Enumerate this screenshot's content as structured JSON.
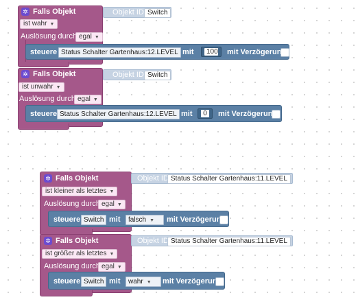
{
  "blocks": [
    {
      "title": "Falls Objekt",
      "condition": "ist wahr",
      "trigger_label": "Auslösung durch",
      "trigger_value": "egal",
      "object_id_label": "Objekt ID",
      "object_id": "Switch",
      "action": {
        "label": "steuere",
        "target": "Status Schalter Gartenhaus:12.LEVEL",
        "with_label": "mit",
        "value": "100",
        "delay_label": "mit Verzögerung"
      }
    },
    {
      "title": "Falls Objekt",
      "condition": "ist unwahr",
      "trigger_label": "Auslösung durch",
      "trigger_value": "egal",
      "object_id_label": "Objekt ID",
      "object_id": "Switch",
      "action": {
        "label": "steuere",
        "target": "Status Schalter Gartenhaus:12.LEVEL",
        "with_label": "mit",
        "value": "0",
        "delay_label": "mit Verzögerung"
      }
    },
    {
      "title": "Falls Objekt",
      "condition": "ist kleiner als letztes",
      "trigger_label": "Auslösung durch",
      "trigger_value": "egal",
      "object_id_label": "Objekt ID",
      "object_id": "Status Schalter Gartenhaus:11.LEVEL",
      "action": {
        "label": "steuere",
        "target": "Switch",
        "with_label": "mit",
        "value": "falsch",
        "delay_label": "mit Verzögerung"
      }
    },
    {
      "title": "Falls Objekt",
      "condition": "ist größer als letztes",
      "trigger_label": "Auslösung durch",
      "trigger_value": "egal",
      "object_id_label": "Objekt ID",
      "object_id": "Status Schalter Gartenhaus:11.LEVEL",
      "action": {
        "label": "steuere",
        "target": "Switch",
        "with_label": "mit",
        "value": "wahr",
        "delay_label": "mit Verzögerung"
      }
    }
  ],
  "icons": {
    "block_icon": "gear-icon",
    "dropdown_arrow": "chevron-down-icon"
  },
  "colors": {
    "trigger_block": "#a5588a",
    "action_block": "#5b80a5",
    "object_id_bar": "#c6d3e3",
    "workspace_dots": "#c9c9c9"
  }
}
